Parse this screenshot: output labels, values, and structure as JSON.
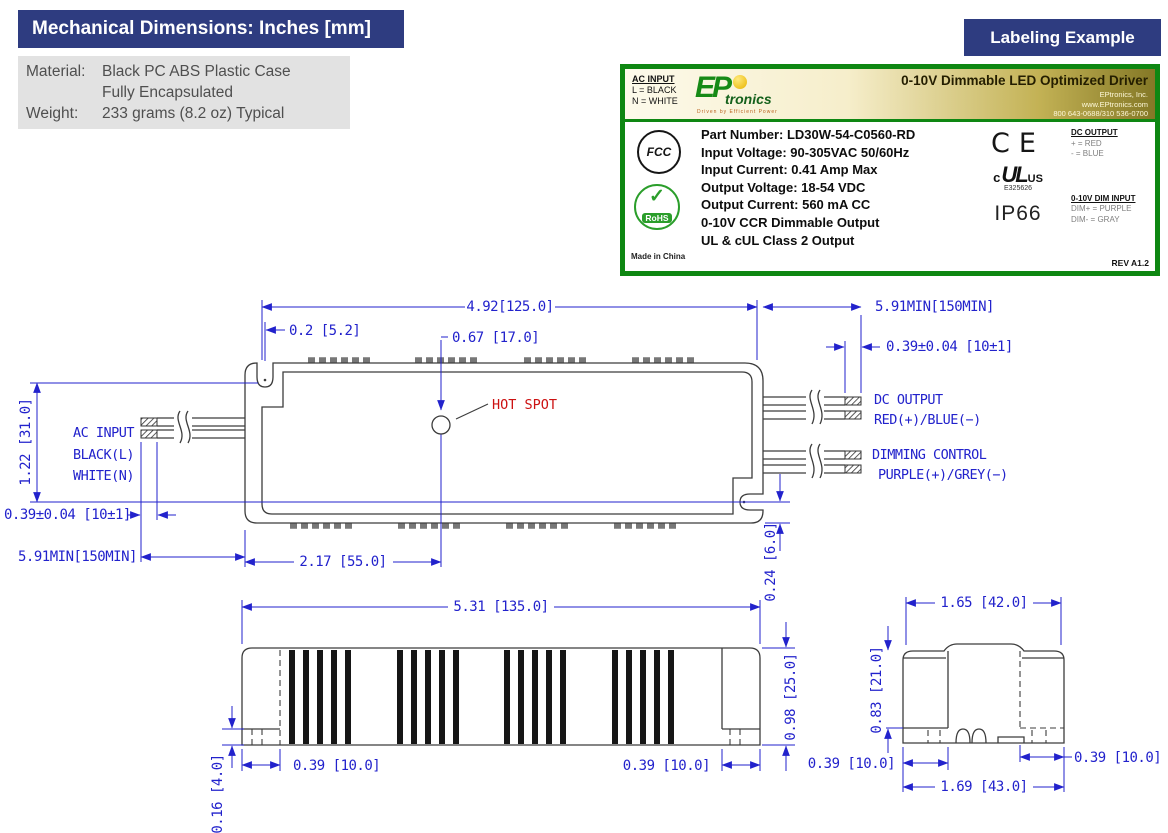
{
  "page": {
    "mech_header": "Mechanical Dimensions: Inches [mm]",
    "label_header": "Labeling Example"
  },
  "colors": {
    "navy": "#2e3c80",
    "green": "#0e8712",
    "dim-blue": "#2222cc",
    "hotspot-red": "#cc1111"
  },
  "specs": {
    "material_label": "Material:",
    "material_value_line1": "Black PC ABS Plastic Case",
    "material_value_line2": "Fully Encapsulated",
    "weight_label": "Weight:",
    "weight_value": "233 grams (8.2 oz) Typical"
  },
  "label": {
    "ac_input_title": "AC INPUT",
    "ac_input_l": "L = BLACK",
    "ac_input_n": "N = WHITE",
    "logo_ep": "EP",
    "logo_tronics": "tronics",
    "logo_tagline": "Driven by Efficient Power",
    "product_title": "0-10V Dimmable LED Optimized Driver",
    "company": "EPtronics, Inc.",
    "website": "www.EPtronics.com",
    "phone": "800 643-0688/310 536-0700",
    "spec_lines": [
      "Part Number: LD30W-54-C0560-RD",
      "Input Voltage: 90-305VAC 50/60Hz",
      "Input Current: 0.41 Amp Max",
      "Output Voltage: 18-54 VDC",
      "Output Current: 560 mA CC",
      "0-10V CCR Dimmable Output",
      "UL & cUL Class 2 Output"
    ],
    "fcc_text": "FCC",
    "rohs_check": "✓",
    "rohs_text": "RoHS",
    "made_in": "Made in China",
    "ce_text": "CE",
    "ul_c": "c",
    "ul_mark": "UL",
    "ul_us": "US",
    "ul_number": "E325626",
    "ip_rating": "IP66",
    "dc_output_title": "DC OUTPUT",
    "dc_output_plus": "+ = RED",
    "dc_output_minus": "- = BLUE",
    "dim_input_title": "0-10V DIM INPUT",
    "dim_input_plus": "DIM+ = PURPLE",
    "dim_input_minus": "DIM- = GRAY",
    "rev": "REV A1.2"
  },
  "drawing": {
    "top_view": {
      "dim_body_width": "4.92[125.0]",
      "dim_slot_offset": "0.2 [5.2]",
      "dim_hotspot_depth": "0.67 [17.0]",
      "dim_lead_right": "5.91MIN[150MIN]",
      "dim_strip_right": "0.39±0.04 [10±1]",
      "hot_spot_label": "HOT SPOT",
      "dc_output_line1": "DC OUTPUT",
      "dc_output_line2": "RED(+)/BLUE(−)",
      "dimming_line1": "DIMMING CONTROL",
      "dimming_line2": "PURPLE(+)/GREY(−)",
      "ac_line1": "AC INPUT",
      "ac_line2": "BLACK(L)",
      "ac_line3": "WHITE(N)",
      "dim_slot_span": "1.22 [31.0]",
      "dim_strip_left": "0.39±0.04 [10±1]",
      "dim_lead_left": "5.91MIN[150MIN]",
      "dim_hotspot_x": "2.17 [55.0]",
      "dim_slot_edge": "0.24 [6.0]"
    },
    "side_view": {
      "dim_length": "5.31 [135.0]",
      "dim_height": "0.98 [25.0]",
      "dim_slot_left": "0.39 [10.0]",
      "dim_slot_right": "0.39 [10.0]",
      "dim_foot": "0.16 [4.0]"
    },
    "end_view": {
      "dim_top_width": "1.65 [42.0]",
      "dim_height": "0.83 [21.0]",
      "dim_flange_left": "0.39 [10.0]",
      "dim_bottom_width": "1.69 [43.0]",
      "dim_flange_right": "0.39 [10.0]"
    }
  }
}
